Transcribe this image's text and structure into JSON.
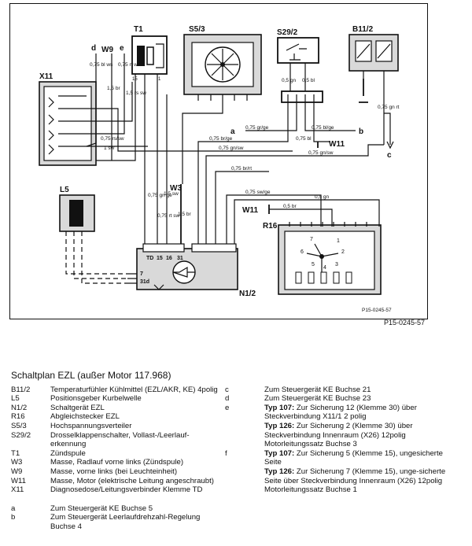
{
  "diagram": {
    "ref_inner": "P15-0245-57",
    "ref_outer": "P15-0245-57",
    "components": {
      "T1": "T1",
      "S5_3": "S5/3",
      "S29_2": "S29/2",
      "B11_2": "B11/2",
      "X11": "X11",
      "L5": "L5",
      "R16": "R16",
      "N1_2": "N1/2",
      "W3": "W3",
      "W9": "W9",
      "W11": "W11",
      "W11b": "W11"
    },
    "terminals": {
      "d": "d",
      "e": "e",
      "a": "a",
      "b": "b",
      "c": "c"
    },
    "pins": {
      "td": "TD",
      "p15": "15",
      "p16": "16",
      "p31": "31",
      "p7": "7",
      "p31d": "31d",
      "r7": "7",
      "r6": "6",
      "r5": "5",
      "r4": "4",
      "r3": "3",
      "r2": "2",
      "r1": "1",
      "t15": "15",
      "t1": "1"
    },
    "wires": {
      "w_d": "0,75 bl ws",
      "w_w9": "1,5 br",
      "w_e": "0,75 rt ws",
      "w_t1a": "1,5 rs sw",
      "w_s29a": "0,5 gn",
      "w_s29b": "0,5 bl",
      "w_b11": "0,75 gn rt",
      "w_a": "0,75 gr/ge",
      "w_b": "0,75 bl/ge",
      "w_brge": "0,75 br/ge",
      "w_blw": "0,75 bl",
      "w_rssw": "0,75 rs/sw",
      "w_1sw": "1 sw",
      "w_gnsw1": "0,75 gn/sw",
      "w_gnsw2": "0,75 gn/sw",
      "w_brrt": "0,75 br/rt",
      "w_swge": "0,75 sw/ge",
      "w_05gn": "0,5 gn",
      "w_05br": "0,5 br",
      "w_gnge": "0,75 gn ge",
      "w_15sw": "1,5 sw",
      "w_rtsw": "0,75 rt sw",
      "w_15br": "1,5 br"
    }
  },
  "legend": {
    "title": "Schaltplan EZL (außer Motor 117.968)",
    "left": [
      {
        "code": "B11/2",
        "text": "Temperaturfühler Kühlmittel (EZL/AKR, KE) 4polig"
      },
      {
        "code": "L5",
        "text": "Positionsgeber Kurbelwelle"
      },
      {
        "code": "N1/2",
        "text": "Schaltgerät EZL"
      },
      {
        "code": "R16",
        "text": "Abgleichstecker EZL"
      },
      {
        "code": "S5/3",
        "text": "Hochspannungsverteiler"
      },
      {
        "code": "S29/2",
        "text": "Drosselklappenschalter, Vollast-/Leerlauf-erkennung"
      },
      {
        "code": "T1",
        "text": "Zündspule"
      },
      {
        "code": "W3",
        "text": "Masse, Radlauf vorne links (Zündspule)"
      },
      {
        "code": "W9",
        "text": "Masse, vorne links (bei Leuchteinheit)"
      },
      {
        "code": "W11",
        "text": "Masse, Motor (elektrische Leitung angeschraubt)"
      },
      {
        "code": "X11",
        "text": "Diagnosedose/Leitungsverbinder Klemme TD"
      }
    ],
    "left_terms": [
      {
        "code": "a",
        "text": "Zum Steuergerät KE Buchse 5"
      },
      {
        "code": "b",
        "text": "Zum Steuergerät Leerlaufdrehzahl-Regelung Buchse 4"
      }
    ],
    "right": [
      {
        "code": "c",
        "text": "Zum Steuergerät KE Buchse 21"
      },
      {
        "code": "d",
        "text": "Zum Steuergerät KE Buchse 23"
      },
      {
        "code": "e",
        "bold": "Typ 107:",
        "text": " Zur Sicherung 12 (Klemme 30) über Steckverbindung X11/1 2 polig"
      },
      {
        "code": "",
        "bold": "Typ 126:",
        "text": " Zur Sicherung 2 (Klemme 30) über Steckverbindung Innenraum (X26) 12polig Motorleitungssatz Buchse 3"
      },
      {
        "code": "f",
        "bold": "Typ 107:",
        "text": " Zur Sicherung 5 (Klemme 15), ungesicherte Seite"
      },
      {
        "code": "",
        "bold": "Typ 126:",
        "text": " Zur Sicherung 7 (Klemme 15), unge-sicherte Seite über Steckverbindung Innenraum (X26) 12polig Motorleitungssatz Buchse 1"
      }
    ]
  }
}
